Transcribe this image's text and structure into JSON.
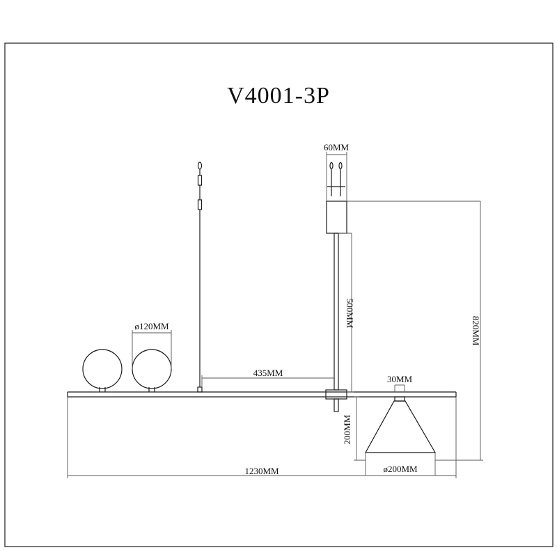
{
  "title": "V4001-3P",
  "dimensions": {
    "canopy_width": "60MM",
    "stem_length": "500MM",
    "total_height": "820MM",
    "globe_diameter": "ø120MM",
    "offset": "435MM",
    "shade_top": "30MM",
    "shade_height": "200MM",
    "shade_diameter": "ø200MM",
    "total_length": "1230MM"
  }
}
